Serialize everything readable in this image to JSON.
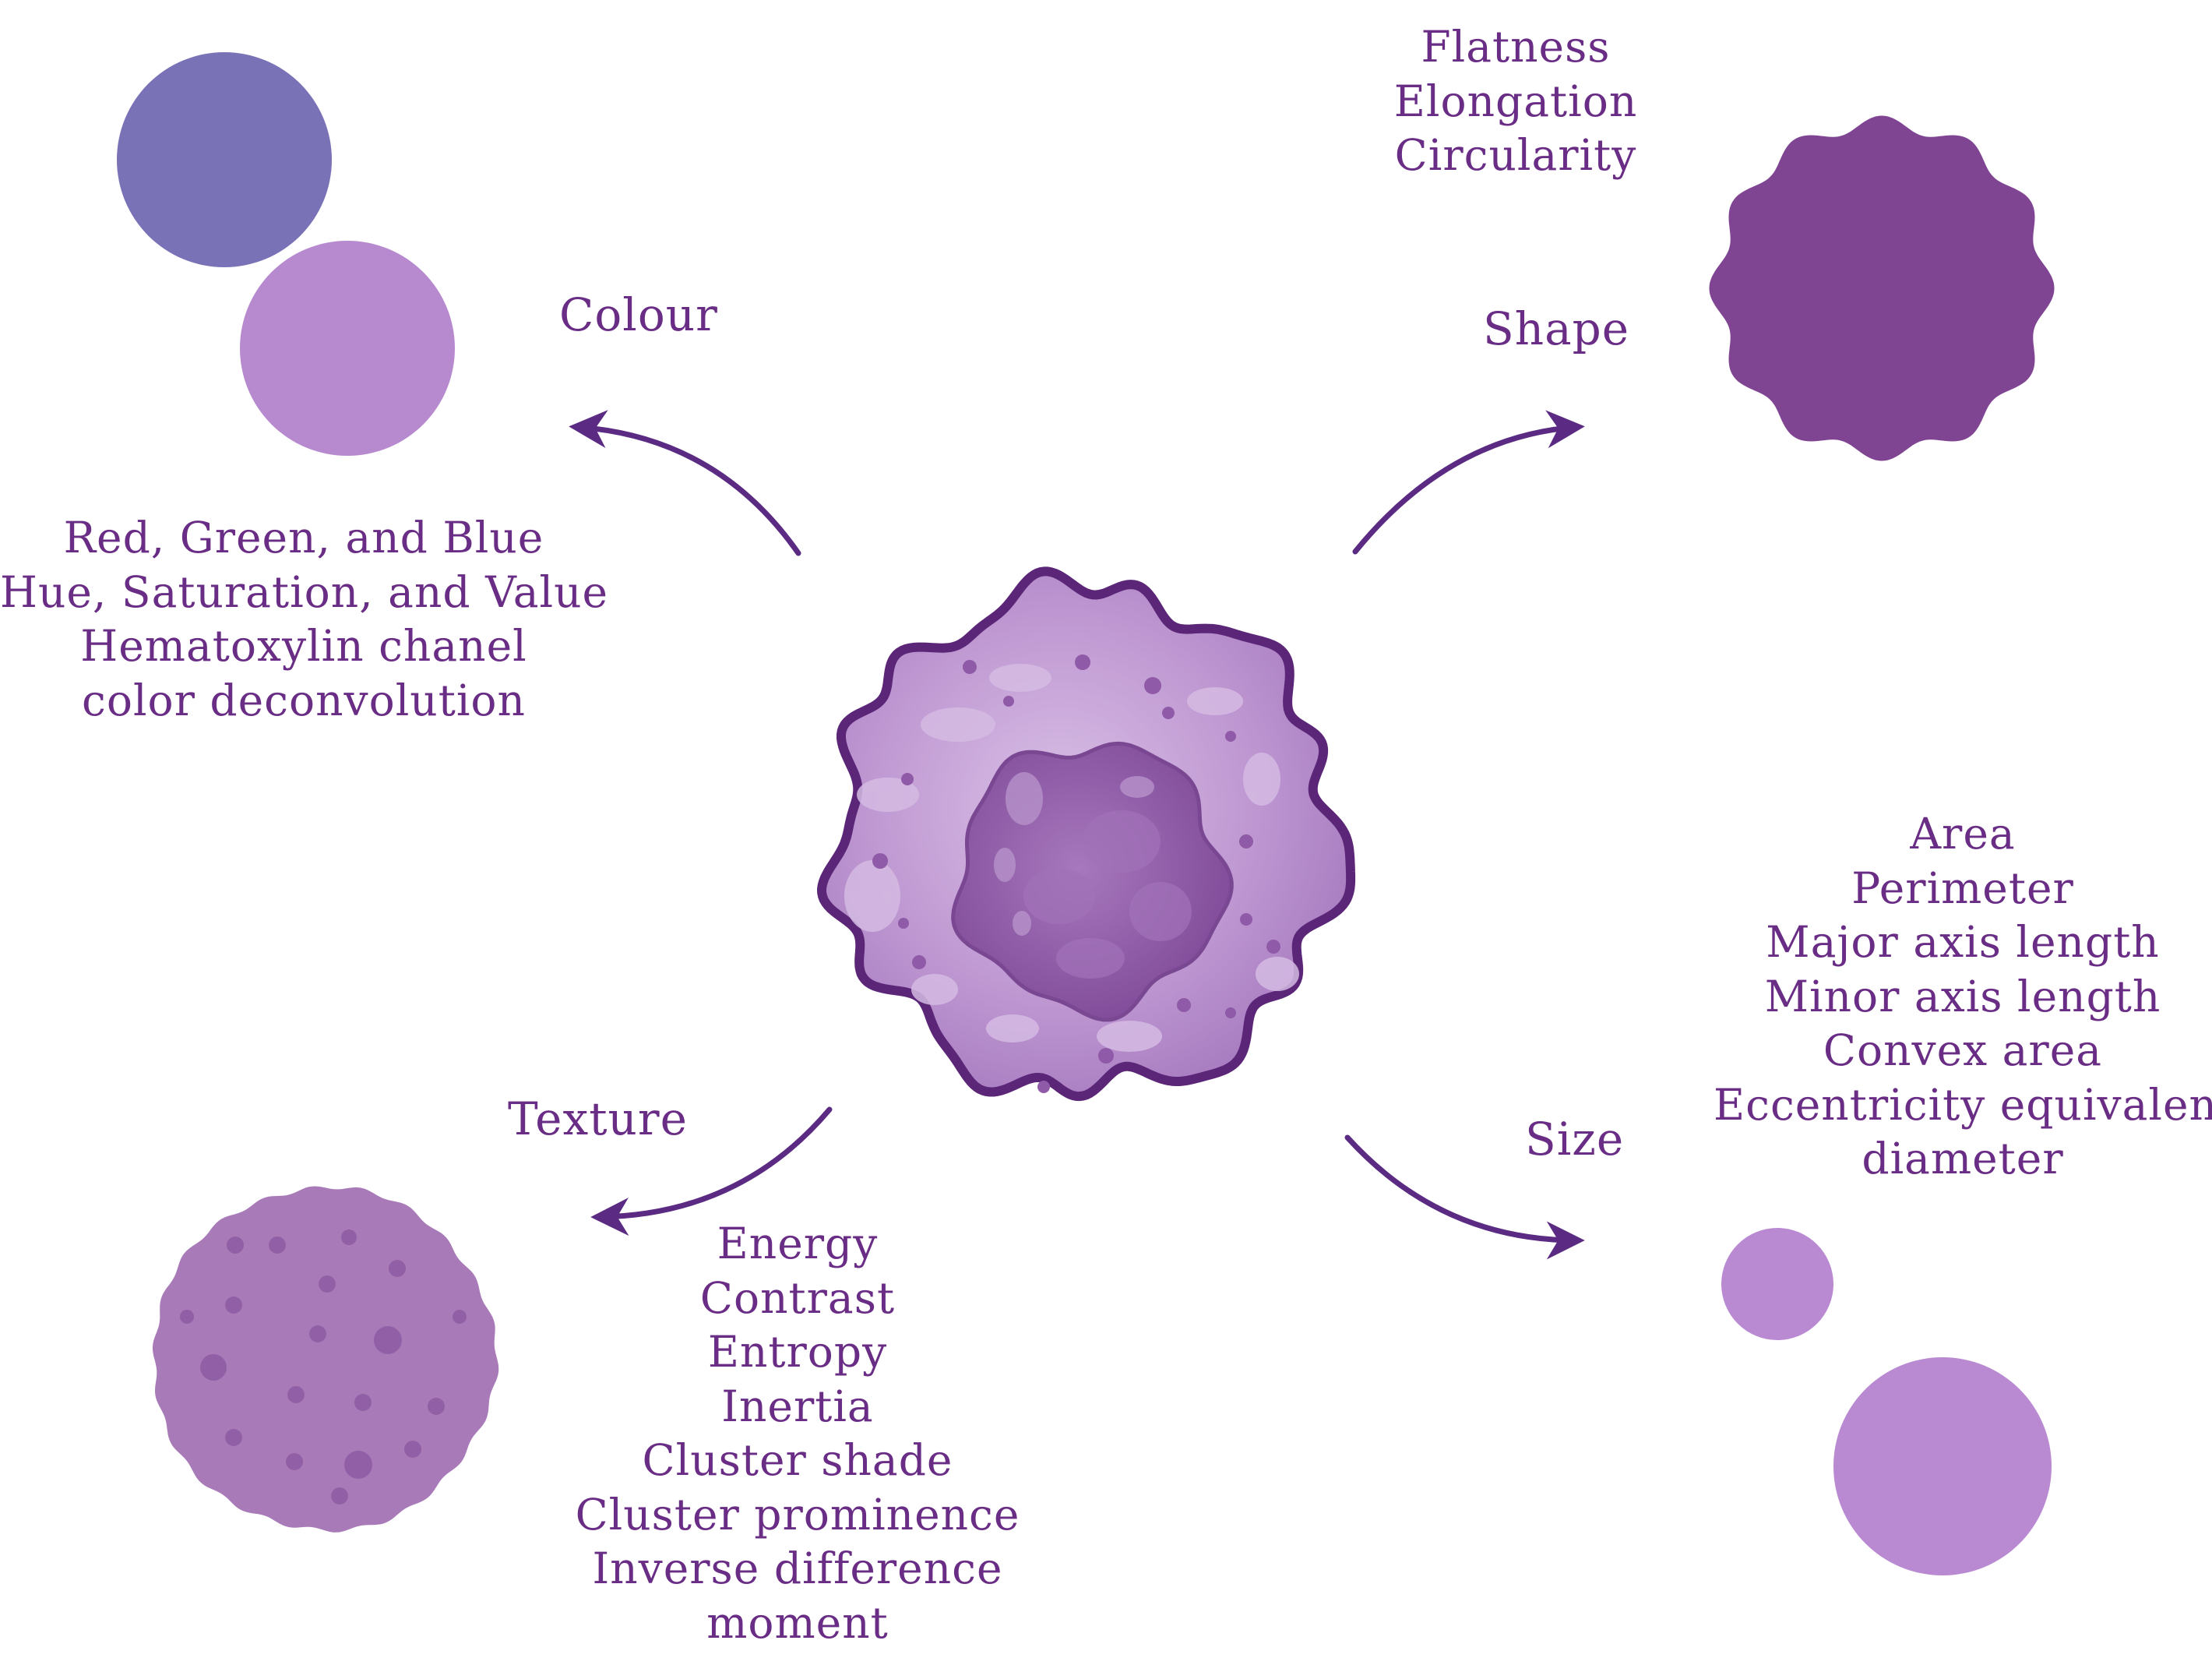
{
  "colors": {
    "text": "#6a2d86",
    "arrow": "#5b2a82",
    "colour_blob_1": "#7a72b6",
    "colour_blob_2": "#b78ad0",
    "shape_blob": "#7f4593",
    "texture_blob": "#a87bb8",
    "size_blob": "#b98ad2",
    "cell_cytoplasm": "#bb93cf",
    "cell_outline": "#5b2678",
    "cell_nucleus": "#8f5aa7"
  },
  "categories": {
    "colour": {
      "label": "Colour",
      "items": [
        "Red, Green, and Blue",
        "Hue, Saturation, and Value",
        "Hematoxylin chanel",
        "color deconvolution"
      ]
    },
    "shape": {
      "label": "Shape",
      "items": [
        "Flatness",
        "Elongation",
        "Circularity"
      ]
    },
    "texture": {
      "label": "Texture",
      "items": [
        "Energy",
        "Contrast",
        "Entropy",
        "Inertia",
        "Cluster shade",
        "Cluster prominence",
        "Inverse difference",
        "moment"
      ]
    },
    "size": {
      "label": "Size",
      "items": [
        "Area",
        "Perimeter",
        "Major axis length",
        "Minor axis length",
        "Convex area",
        "Eccentricity equivalent",
        "diameter"
      ]
    }
  }
}
